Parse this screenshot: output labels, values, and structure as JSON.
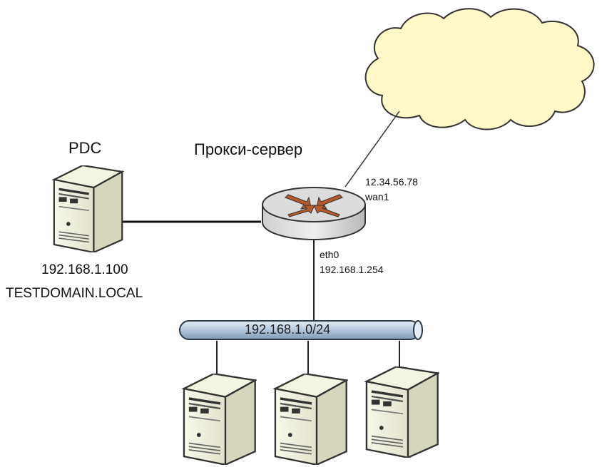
{
  "pdc": {
    "title": "PDC",
    "ip": "192.168.1.100",
    "domain": "TESTDOMAIN.LOCAL"
  },
  "proxy": {
    "title": "Прокси-сервер",
    "wan_ip": "12.34.56.78",
    "wan_iface": "wan1",
    "lan_iface": "eth0",
    "lan_ip": "192.168.1.254"
  },
  "network": {
    "subnet": "192.168.1.0/24"
  },
  "colors": {
    "cloud_fill": "#fff8c8",
    "router_top": "#dcdcdc",
    "router_arrows": "#b85a2a",
    "bus_fill": "#b9cbe0",
    "server_body": "#eeeedc"
  }
}
